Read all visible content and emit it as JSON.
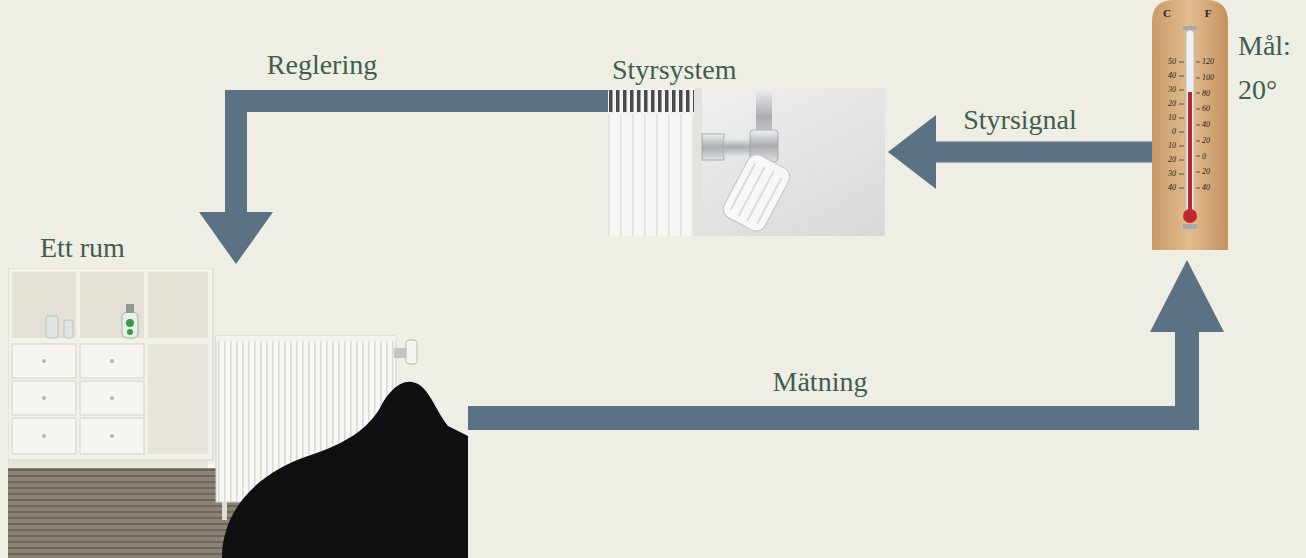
{
  "diagram": {
    "nodes": [
      {
        "text": [
          "Ett rum"
        ]
      },
      {
        "text": [
          "Styrsystem"
        ]
      },
      {
        "text": [
          "Mål: 20°"
        ]
      }
    ],
    "edges": [
      {
        "from": 1,
        "to": 0,
        "arrow": "to",
        "label": "Reglering"
      },
      {
        "from": 2,
        "to": 1,
        "arrow": "to",
        "label": "Styrsignal"
      },
      {
        "from": 0,
        "to": 2,
        "arrow": "to",
        "label": "Mätning"
      }
    ],
    "labels": [
      "C",
      "F",
      "50",
      "40",
      "30",
      "20",
      "10",
      "0",
      "10",
      "20",
      "30",
      "40",
      "120",
      "100",
      "80",
      "60",
      "40",
      "20",
      "0",
      "20",
      "40"
    ]
  }
}
